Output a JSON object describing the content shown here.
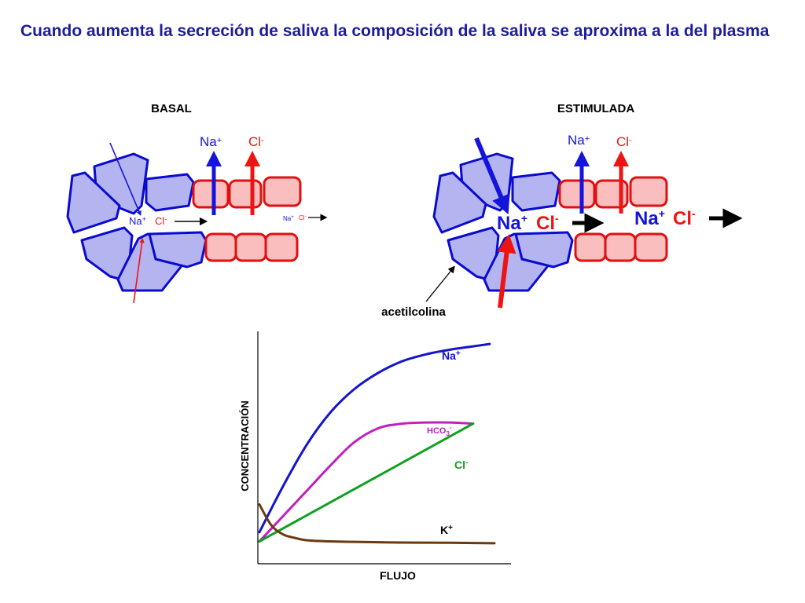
{
  "slide": {
    "title": "Cuando aumenta la secreción de saliva la composición de la saliva se aproxima a la del plasma"
  },
  "colors": {
    "title": "#1c1c9c",
    "acinar_fill": "#b4b4f0",
    "acinar_stroke": "#0a0ad2",
    "duct_fill": "#fabebe",
    "duct_stroke": "#e01010",
    "na_arrow": "#1414dc",
    "cl_arrow": "#ee1414",
    "na_curve": "#1414cc",
    "hco3_curve": "#c020c0",
    "cl_curve": "#10a020",
    "k_curve": "#6b3a10"
  },
  "basal": {
    "heading": "BASAL",
    "na_label": "Na",
    "na_sup": "+",
    "cl_label": "Cl",
    "cl_sup": "-",
    "inner_na": "Na",
    "inner_na_sup": "+",
    "inner_cl": "Cl",
    "inner_cl_sup": "-",
    "out_na": "Na",
    "out_na_sup": "+",
    "out_cl": "Cl",
    "out_cl_sup": "-"
  },
  "estimulada": {
    "heading": "ESTIMULADA",
    "na_label": "Na",
    "na_sup": "+",
    "cl_label": "Cl",
    "cl_sup": "-",
    "inner_na": "Na",
    "inner_na_sup": "+",
    "inner_cl": "Cl",
    "inner_cl_sup": "-",
    "out_na": "Na",
    "out_na_sup": "+",
    "out_cl": "Cl",
    "out_cl_sup": "-",
    "acetyl_label": "acetilcolina"
  },
  "chart_data": {
    "type": "line",
    "xlabel": "FLUJO",
    "ylabel": "CONCENTRACIÓN",
    "x_range": [
      0,
      1
    ],
    "y_range": [
      0,
      1
    ],
    "series": [
      {
        "name": "Na",
        "sup": "+",
        "color": "#1414cc",
        "x": [
          0.0,
          0.1,
          0.2,
          0.3,
          0.4,
          0.5,
          0.6,
          0.7,
          0.8,
          0.9,
          0.97
        ],
        "y": [
          0.13,
          0.33,
          0.51,
          0.65,
          0.75,
          0.82,
          0.87,
          0.9,
          0.92,
          0.935,
          0.945
        ]
      },
      {
        "name": "HCO",
        "sub": "3",
        "sup": "-",
        "color": "#c020c0",
        "x": [
          0.0,
          0.1,
          0.2,
          0.3,
          0.4,
          0.5,
          0.6,
          0.7,
          0.8,
          0.9
        ],
        "y": [
          0.09,
          0.2,
          0.31,
          0.42,
          0.52,
          0.58,
          0.6,
          0.605,
          0.605,
          0.6
        ]
      },
      {
        "name": "Cl",
        "sup": "-",
        "color": "#10a020",
        "x": [
          0.0,
          0.9
        ],
        "y": [
          0.09,
          0.6
        ]
      },
      {
        "name": "K",
        "sup": "+",
        "color": "#6b3a10",
        "x": [
          0.0,
          0.05,
          0.1,
          0.15,
          0.2,
          0.3,
          0.4,
          0.6,
          0.8,
          0.99
        ],
        "y": [
          0.25,
          0.16,
          0.12,
          0.105,
          0.095,
          0.09,
          0.088,
          0.085,
          0.084,
          0.082
        ]
      }
    ]
  }
}
